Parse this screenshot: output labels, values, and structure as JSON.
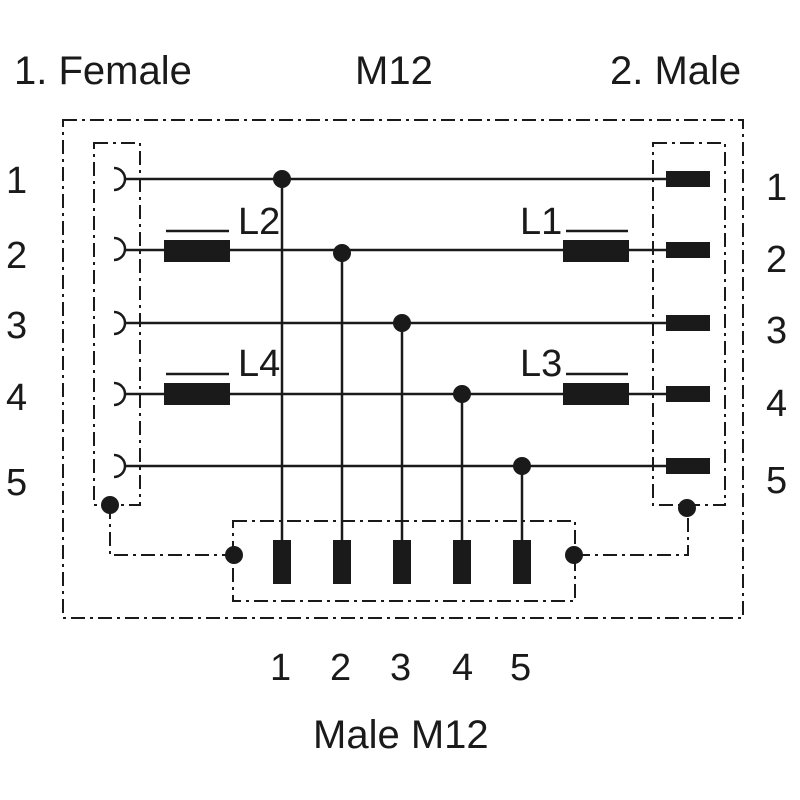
{
  "header": {
    "left_title": "1. Female",
    "center_title": "M12",
    "right_title": "2. Male"
  },
  "left_pins": [
    "1",
    "2",
    "3",
    "4",
    "5"
  ],
  "right_pins": [
    "1",
    "2",
    "3",
    "4",
    "5"
  ],
  "bottom_pins": [
    "1",
    "2",
    "3",
    "4",
    "5"
  ],
  "coils": {
    "l1": "L1",
    "l2": "L2",
    "l3": "L3",
    "l4": "L4"
  },
  "footer": {
    "bottom_title": "Male M12"
  },
  "colors": {
    "ink": "#1a1a1a",
    "background": "#ffffff"
  }
}
